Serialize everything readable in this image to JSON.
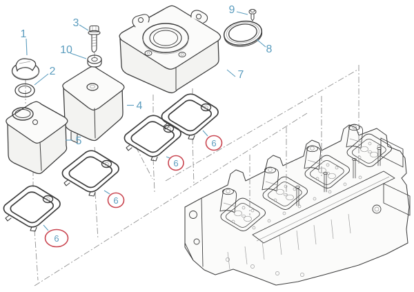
{
  "figure": {
    "kind": "exploded-parts-diagram",
    "subject": "engine cylinder head with valve covers, gaskets and seals",
    "colors": {
      "accent": "#5a9cbe",
      "highlight": "#c9444f",
      "line": "#3c3c3c",
      "line_soft": "#909090",
      "background": "#ffffff"
    },
    "callouts": [
      {
        "label": "1",
        "circled": false
      },
      {
        "label": "2",
        "circled": false
      },
      {
        "label": "3",
        "circled": false
      },
      {
        "label": "4",
        "circled": false
      },
      {
        "label": "5",
        "circled": false
      },
      {
        "label": "6",
        "circled": true
      },
      {
        "label": "6",
        "circled": true
      },
      {
        "label": "6",
        "circled": true
      },
      {
        "label": "6",
        "circled": true
      },
      {
        "label": "7",
        "circled": false
      },
      {
        "label": "8",
        "circled": false
      },
      {
        "label": "9",
        "circled": false
      },
      {
        "label": "10",
        "circled": false
      }
    ],
    "parts": [
      {
        "ref": "1",
        "name": "oil-filler-cap"
      },
      {
        "ref": "2",
        "name": "filler-cap-seal-ring"
      },
      {
        "ref": "3",
        "name": "cover-bolt"
      },
      {
        "ref": "4",
        "name": "valve-cover"
      },
      {
        "ref": "5",
        "name": "valve-cover-with-filler-neck"
      },
      {
        "ref": "6",
        "name": "cover-gasket"
      },
      {
        "ref": "7",
        "name": "rear-valve-cover"
      },
      {
        "ref": "8",
        "name": "round-seal-ring"
      },
      {
        "ref": "9",
        "name": "small-screw"
      },
      {
        "ref": "10",
        "name": "bolt-grommet"
      },
      {
        "ref": "",
        "name": "cylinder-head"
      }
    ]
  }
}
